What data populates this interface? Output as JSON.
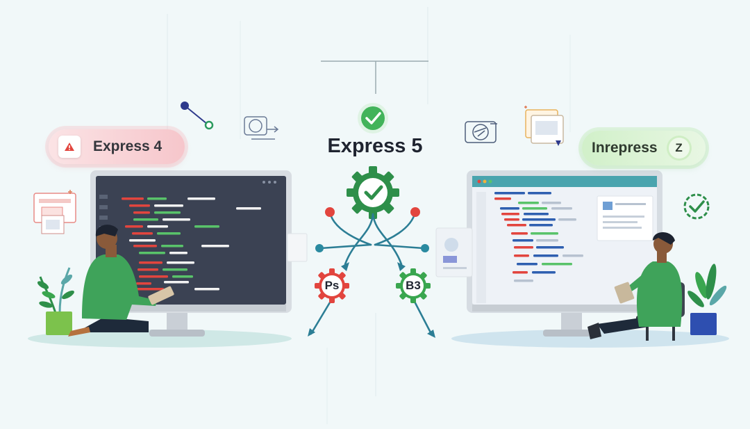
{
  "center": {
    "title": "Express 5"
  },
  "left_pill": {
    "label": "Express 4"
  },
  "right_pill": {
    "label": "Inrepress",
    "suffix": "Z"
  },
  "gears": {
    "left_label": "Ps",
    "right_label": "B3"
  },
  "colors": {
    "background": "#f1f8f9",
    "accent_green": "#2e9e54",
    "accent_red": "#e2453e",
    "accent_teal": "#2a8aa0",
    "code_dark_bg": "#3b4253",
    "code_light_bg": "#eef2f7"
  },
  "icons": [
    "warning-icon",
    "check-icon",
    "gear-check-icon",
    "link-node-icon",
    "plant-icon",
    "chair-icon"
  ]
}
